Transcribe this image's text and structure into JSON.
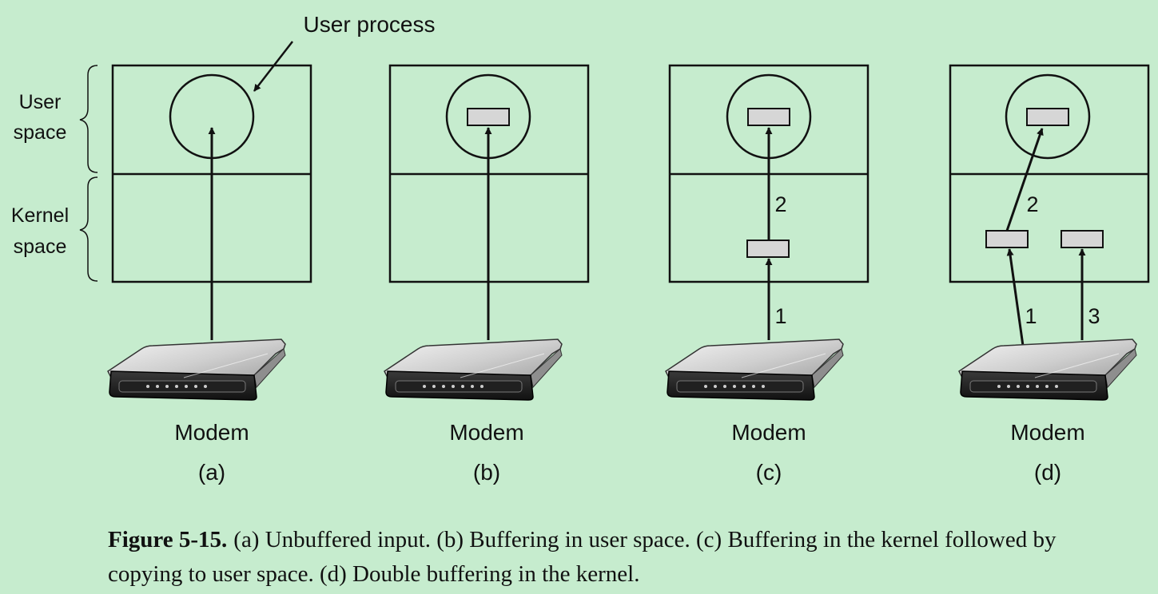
{
  "labels": {
    "user_process": "User process",
    "user_space_line1": "User",
    "user_space_line2": "space",
    "kernel_space_line1": "Kernel",
    "kernel_space_line2": "space",
    "modem": "Modem"
  },
  "panels": [
    {
      "id": "a",
      "label": "(a)"
    },
    {
      "id": "b",
      "label": "(b)"
    },
    {
      "id": "c",
      "label": "(c)",
      "steps": [
        "1",
        "2"
      ]
    },
    {
      "id": "d",
      "label": "(d)",
      "steps": [
        "1",
        "2",
        "3"
      ]
    }
  ],
  "caption": {
    "figure_number": "Figure 5-15.",
    "text": "(a) Unbuffered input. (b) Buffering in user space. (c) Buffering in the kernel followed by copying to user space. (d) Double buffering in the kernel."
  },
  "colors": {
    "background": "#c6ecce",
    "buffer_fill": "#d6d6d6",
    "stroke": "#111111"
  }
}
